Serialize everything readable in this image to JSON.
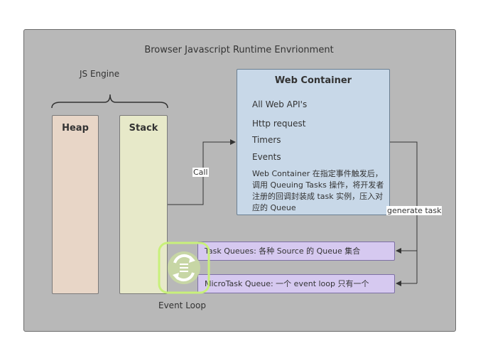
{
  "title": "Browser Javascript Runtime Envrionment",
  "js_engine": {
    "label": "JS Engine",
    "heap_label": "Heap",
    "stack_label": "Stack"
  },
  "web_container": {
    "title": "Web Container",
    "items": [
      "All Web API's",
      "Http request",
      "Timers",
      "Events"
    ],
    "description": "Web Container 在指定事件触发后，调用 Queuing Tasks 操作，将开发者注册的回调封装成 task 实例，压入对应的 Queue"
  },
  "edges": {
    "call": "Call",
    "generate_task": "generate task"
  },
  "queues": {
    "task": "Task Queues: 各种 Source 的 Queue 集合",
    "microtask": "MicroTask Queue: 一个 event loop 只有一个"
  },
  "event_loop": {
    "label": "Event Loop",
    "icon": "sync-icon",
    "icon_color": "#c8f07a"
  },
  "colors": {
    "frame": "#b8b8b8",
    "heap": "#e8d6c7",
    "stack": "#e7e9c9",
    "web_container": "#c8d8e8",
    "queue": "#d6c9f0"
  }
}
